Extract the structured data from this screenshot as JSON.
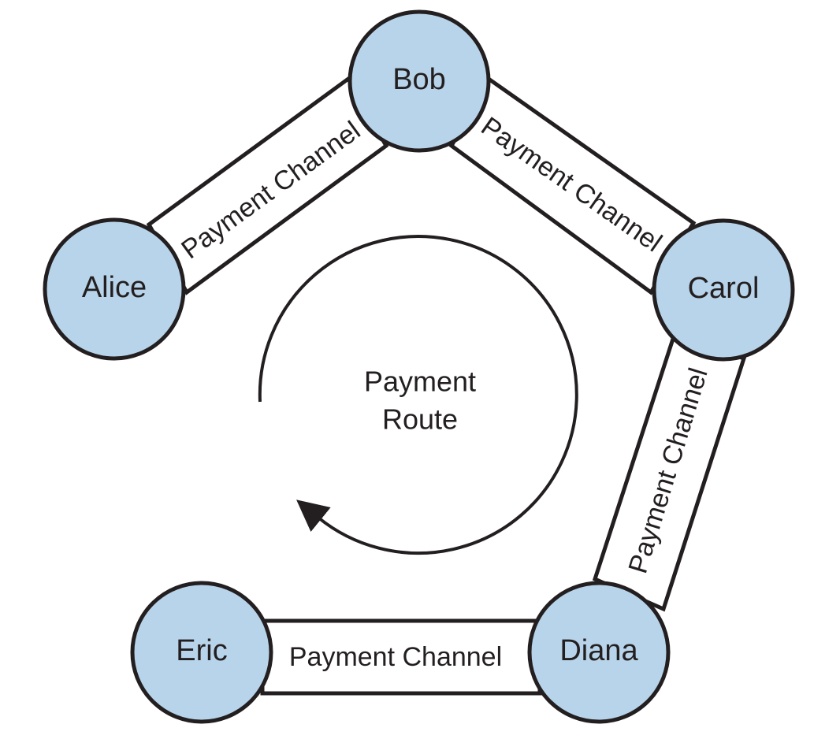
{
  "nodes": {
    "bob": {
      "label": "Bob"
    },
    "alice": {
      "label": "Alice"
    },
    "carol": {
      "label": "Carol"
    },
    "diana": {
      "label": "Diana"
    },
    "eric": {
      "label": "Eric"
    }
  },
  "channels": {
    "alice_bob": {
      "label": "Payment Channel"
    },
    "bob_carol": {
      "label": "Payment Channel"
    },
    "carol_diana": {
      "label": "Payment Channel"
    },
    "diana_eric": {
      "label": "Payment Channel"
    }
  },
  "route": {
    "line1": "Payment",
    "line2": "Route"
  },
  "colors": {
    "node_fill": "#b8d4ea",
    "stroke": "#231f20",
    "background": "#ffffff"
  }
}
